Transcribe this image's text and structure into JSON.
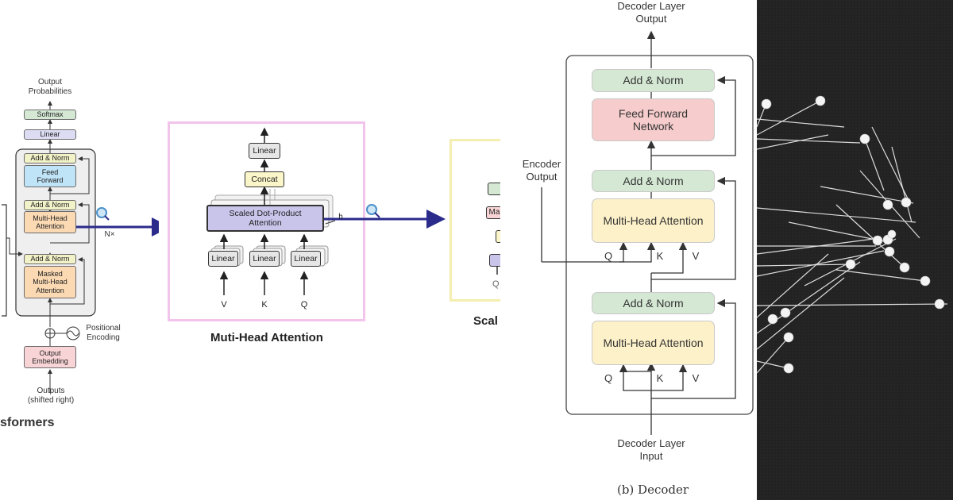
{
  "panel_transformer": {
    "output_probabilities": "Output\nProbabilities",
    "softmax": "Softmax",
    "linear": "Linear",
    "add_norm": "Add & Norm",
    "feed_forward": "Feed\nForward",
    "multi_head_attention": "Multi-Head\nAttention",
    "masked_attention": "Masked\nMulti-Head\nAttention",
    "nx": "N×",
    "positional_encoding": "Positional\nEncoding",
    "output_embedding": "Output\nEmbedding",
    "outputs": "Outputs\n(shifted right)",
    "caption": "sformers"
  },
  "panel_mha": {
    "linear_top": "Linear",
    "concat": "Concat",
    "sdpa": "Scaled Dot-Product\nAttention",
    "linear": "Linear",
    "h": "h",
    "v": "V",
    "k": "K",
    "q": "Q",
    "caption": "Muti-Head Attention",
    "next_caption": "Scal",
    "next_q": "Q",
    "next_box_label": "Ma"
  },
  "panel_decoder": {
    "output_label": "Decoder Layer\nOutput",
    "add_norm": "Add & Norm",
    "feed_forward": "Feed Forward\nNetwork",
    "mha": "Multi-Head Attention",
    "encoder_output": "Encoder\nOutput",
    "q": "Q",
    "k": "K",
    "v": "V",
    "input_label": "Decoder Layer\nInput",
    "caption": "(b) Decoder"
  },
  "colors": {
    "green": "#d4e8d4",
    "red": "#f6cccc",
    "yellow": "#fdf1c9",
    "purple": "#c8c4ea",
    "arrow_blue": "#2b2b8c",
    "zoom_blue": "#4a90c8"
  }
}
